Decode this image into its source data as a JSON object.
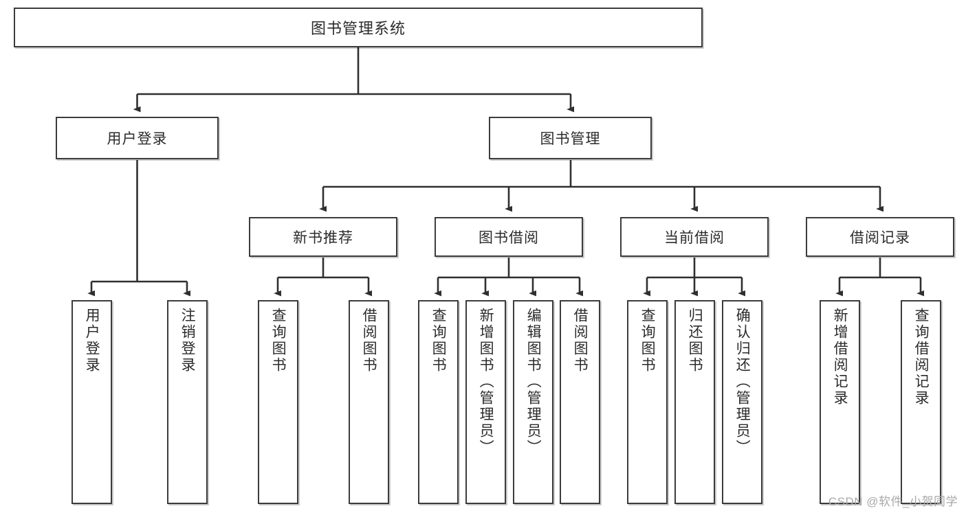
{
  "diagram": {
    "title": "图书管理系统",
    "type": "tree",
    "levels": 4,
    "line_color": "#3b3b3b",
    "box_fill": "#ffffff",
    "text_color": "#2b2b2b",
    "root": {
      "label": "图书管理系统",
      "children": [
        {
          "label": "用户登录",
          "children": [
            {
              "label": "用户登录"
            },
            {
              "label": "注销登录"
            }
          ]
        },
        {
          "label": "图书管理",
          "children": [
            {
              "label": "新书推荐",
              "children": [
                {
                  "label": "查询图书"
                },
                {
                  "label": "借阅图书"
                }
              ]
            },
            {
              "label": "图书借阅",
              "children": [
                {
                  "label": "查询图书"
                },
                {
                  "label": "新增图书（管理员）"
                },
                {
                  "label": "编辑图书（管理员）"
                },
                {
                  "label": "借阅图书"
                }
              ]
            },
            {
              "label": "当前借阅",
              "children": [
                {
                  "label": "查询图书"
                },
                {
                  "label": "归还图书"
                },
                {
                  "label": "确认归还（管理员）"
                }
              ]
            },
            {
              "label": "借阅记录",
              "children": [
                {
                  "label": "新增借阅记录"
                },
                {
                  "label": "查询借阅记录"
                }
              ]
            }
          ]
        }
      ]
    },
    "nodes": {
      "root": "图书管理系统",
      "l2_user_login": "用户登录",
      "l2_book_mgmt": "图书管理",
      "l3_new_book_rec": "新书推荐",
      "l3_book_borrow": "图书借阅",
      "l3_current_borrow": "当前借阅",
      "l3_borrow_record": "借阅记录",
      "leaf_user_login": "用户登录",
      "leaf_logout": "注销登录",
      "leaf_nbr_query": "查询图书",
      "leaf_nbr_borrow": "借阅图书",
      "leaf_bb_query": "查询图书",
      "leaf_bb_add": "新增图书（管理员）",
      "leaf_bb_edit": "编辑图书（管理员）",
      "leaf_bb_borrow": "借阅图书",
      "leaf_cb_query": "查询图书",
      "leaf_cb_return": "归还图书",
      "leaf_cb_confirm": "确认归还（管理员）",
      "leaf_br_add": "新增借阅记录",
      "leaf_br_query": "查询借阅记录"
    }
  },
  "watermark": {
    "text": "CSDN @软件_小贺同学"
  }
}
